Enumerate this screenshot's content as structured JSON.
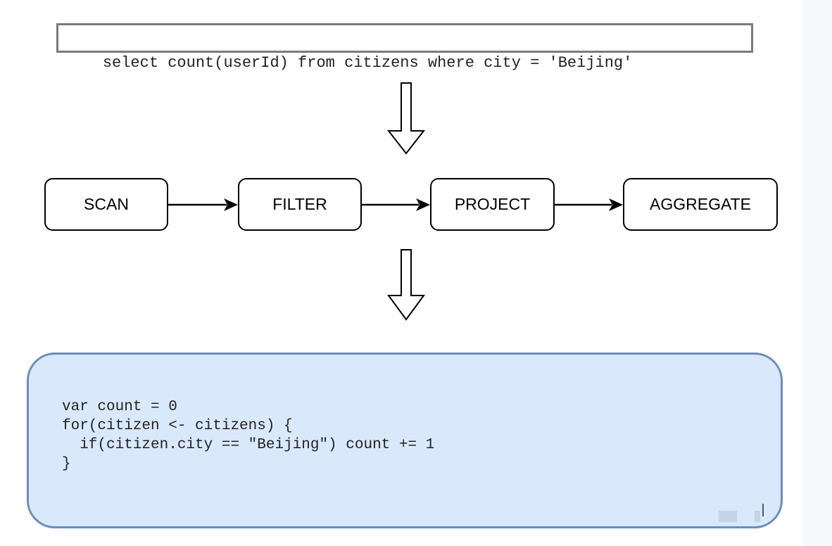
{
  "sql": {
    "query": "select count(userId) from citizens where city = 'Beijing'"
  },
  "pipeline": {
    "stages": [
      "SCAN",
      "FILTER",
      "PROJECT",
      "AGGREGATE"
    ]
  },
  "code": {
    "lines": [
      "var count = 0",
      "for(citizen <- citizens) {",
      "  if(citizen.city == \"Beijing\") count += 1",
      "}"
    ]
  },
  "colors": {
    "sql_border": "#7a7a7a",
    "code_fill": "#dae8fc",
    "code_border": "#6a8ebf",
    "stage_border": "#000000"
  }
}
